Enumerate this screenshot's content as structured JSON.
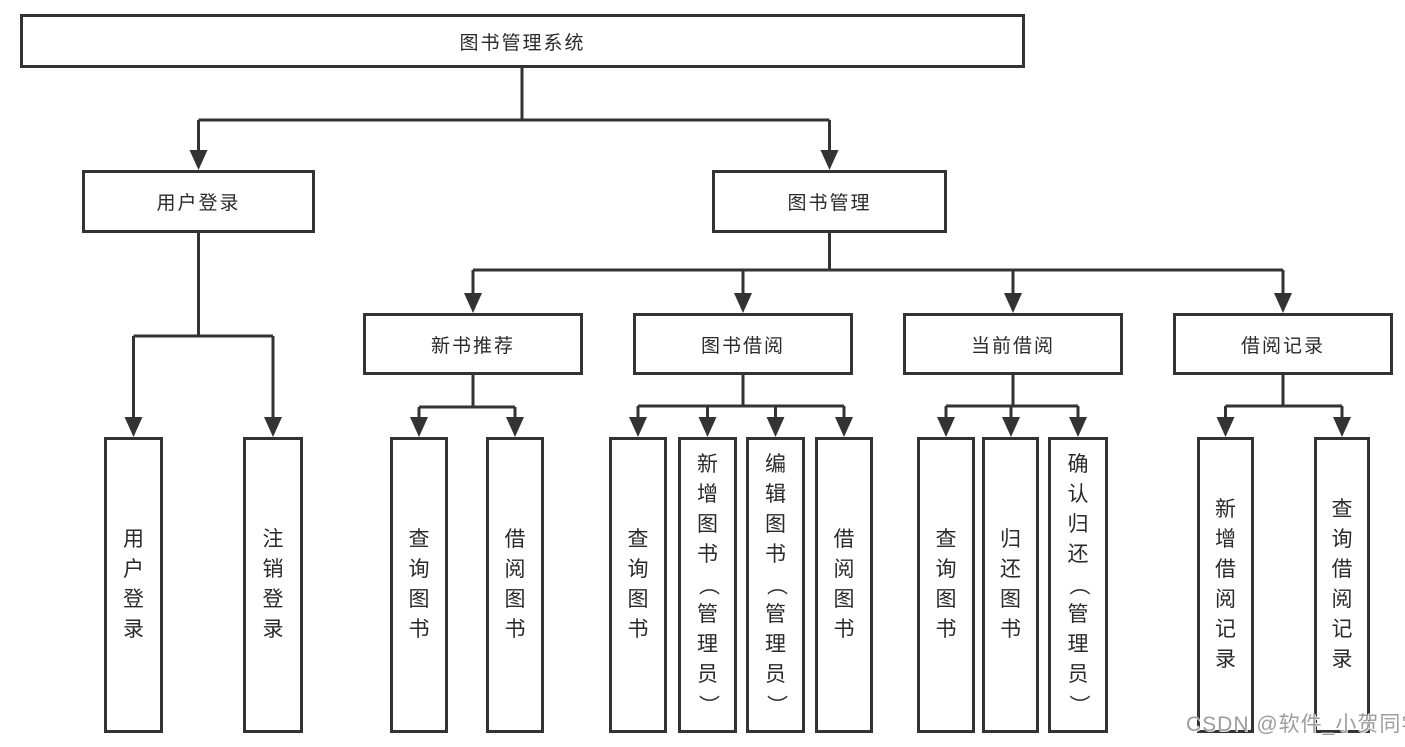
{
  "diagram": {
    "root": {
      "label": "图书管理系统"
    },
    "branches": {
      "user_login": {
        "label": "用户登录",
        "children": {
          "login": "用户登录",
          "logout": "注销登录"
        }
      },
      "book_management": {
        "label": "图书管理",
        "children": {
          "new_book_recommend": {
            "label": "新书推荐",
            "children": {
              "query": "查询图书",
              "borrow": "借阅图书"
            }
          },
          "book_borrowing": {
            "label": "图书借阅",
            "children": {
              "query": "查询图书",
              "add": "新增图书（管理员）",
              "edit": "编辑图书（管理员）",
              "borrow": "借阅图书"
            }
          },
          "current_borrowing": {
            "label": "当前借阅",
            "children": {
              "query": "查询图书",
              "return": "归还图书",
              "confirm": "确认归还（管理员）"
            }
          },
          "borrow_records": {
            "label": "借阅记录",
            "children": {
              "add": "新增借阅记录",
              "query": "查询借阅记录"
            }
          }
        }
      }
    }
  },
  "watermark": {
    "text": "CSDN @软件_小贺同学"
  },
  "colors": {
    "line": "#333333",
    "text": "#2a2a2a",
    "watermark": "#9d9d9d",
    "background": "#ffffff"
  }
}
